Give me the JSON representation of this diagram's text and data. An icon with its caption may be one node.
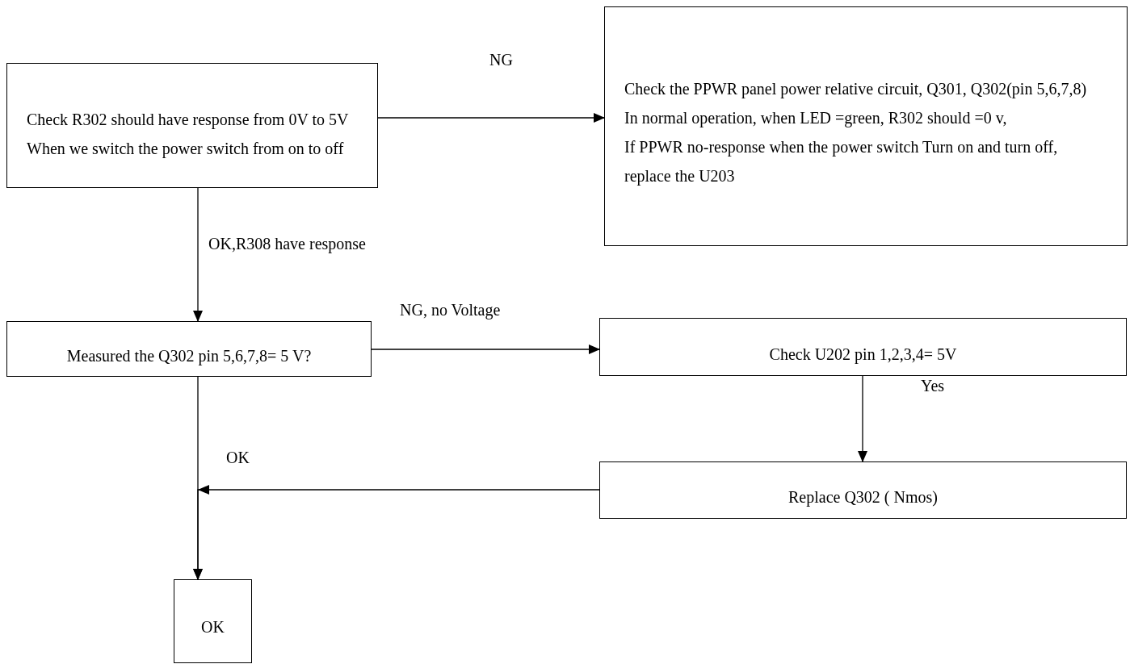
{
  "diagram": {
    "nodes": [
      {
        "text": [
          "Check R302 should have response from 0V to 5V",
          "When we switch the power switch from on to off"
        ]
      },
      {
        "text": [
          "Check the PPWR panel power relative circuit, Q301, Q302(pin 5,6,7,8)",
          "In normal operation, when LED =green, R302 should =0 v,",
          "If PPWR no-response when the power switch Turn on and turn off, replace the U203"
        ]
      },
      {
        "text": [
          "Measured the Q302 pin 5,6,7,8= 5 V?"
        ]
      },
      {
        "text": [
          "Check U202 pin 1,2,3,4= 5V"
        ]
      },
      {
        "text": [
          "Replace Q302 ( Nmos)"
        ]
      },
      {
        "text": [
          "OK"
        ]
      }
    ],
    "edges": [
      {
        "from": 0,
        "to": 1,
        "arrow": "to",
        "label": "NG"
      },
      {
        "from": 0,
        "to": 2,
        "arrow": "to",
        "label": "OK,R308 have response"
      },
      {
        "from": 2,
        "to": 3,
        "arrow": "to",
        "label": "NG, no Voltage"
      },
      {
        "from": 3,
        "to": 4,
        "arrow": "to",
        "label": "Yes"
      },
      {
        "from": 2,
        "to": 5,
        "arrow": "to",
        "label": "OK"
      },
      {
        "from": 4,
        "to": 5,
        "arrow": "to"
      }
    ]
  }
}
